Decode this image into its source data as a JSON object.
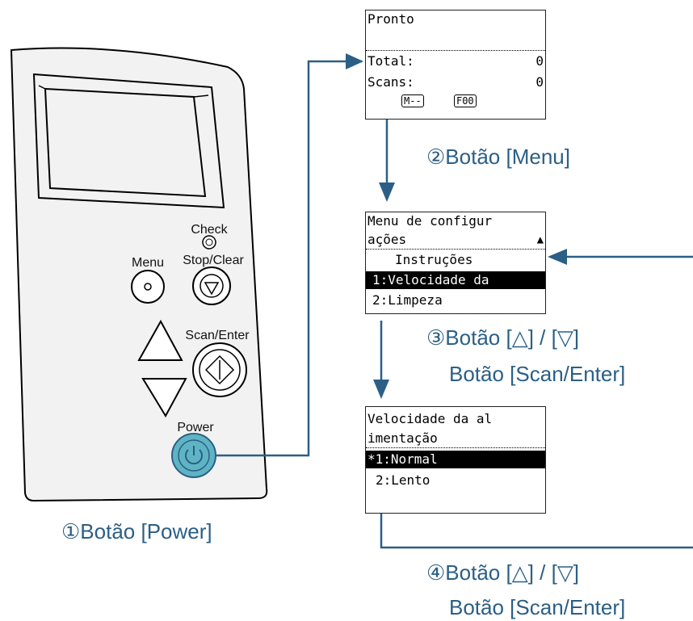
{
  "panel": {
    "check_label": "Check",
    "menu_label": "Menu",
    "stop_clear_label": "Stop/Clear",
    "scan_enter_label": "Scan/Enter",
    "power_label": "Power"
  },
  "screens": {
    "ready": {
      "title": "Pronto",
      "total_label": "Total:",
      "total_value": "0",
      "scans_label": "Scans:",
      "scans_value": "0",
      "tag_menu": "M--",
      "tag_function": "F00"
    },
    "settings_menu": {
      "title_line1": "Menu de configur",
      "title_line2": "ações",
      "scroll_icon": "up-down-arrow-icon",
      "item_instructions": "Instruções",
      "item_selected": "1:Velocidade da",
      "item_2": "2:Limpeza"
    },
    "feed_speed": {
      "title_line1": "Velocidade da al",
      "title_line2": "imentação",
      "option_selected": "*1:Normal",
      "option_2": "2:Lento"
    }
  },
  "steps": {
    "step1": "①Botão [Power]",
    "step2": "②Botão [Menu]",
    "step3_line1": "③Botão [△] / [▽]",
    "step3_line2": "Botão [Scan/Enter]",
    "step4_line1": "④Botão [△] / [▽]",
    "step4_line2": "Botão [Scan/Enter]"
  },
  "colors": {
    "label_text": "#2b5f86",
    "arrow": "#2b5f86",
    "power_button": "#5fb4c4"
  }
}
